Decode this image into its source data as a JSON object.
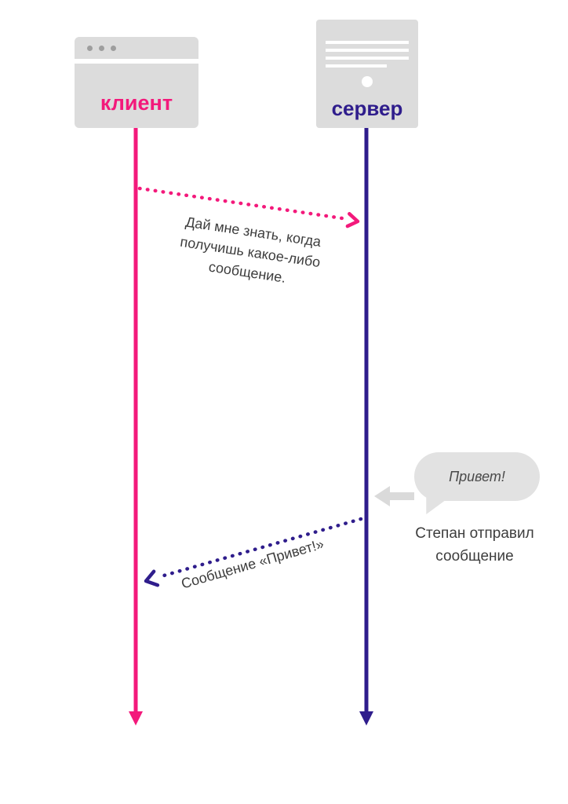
{
  "client": {
    "label": "клиент"
  },
  "server": {
    "label": "сервер"
  },
  "messages": {
    "subscribe": "Дай мне знать, когда получишь какое-либо сообщение.",
    "deliver": "Сообщение «Привет!»"
  },
  "bubble": {
    "text": "Привет!"
  },
  "caption": "Степан отправил сообщение",
  "colors": {
    "client": "#F3197B",
    "server": "#2F1D8C",
    "icon_gray": "#DCDCDC",
    "bubble_gray": "#E2E2E2",
    "text": "#3D3D3D"
  }
}
